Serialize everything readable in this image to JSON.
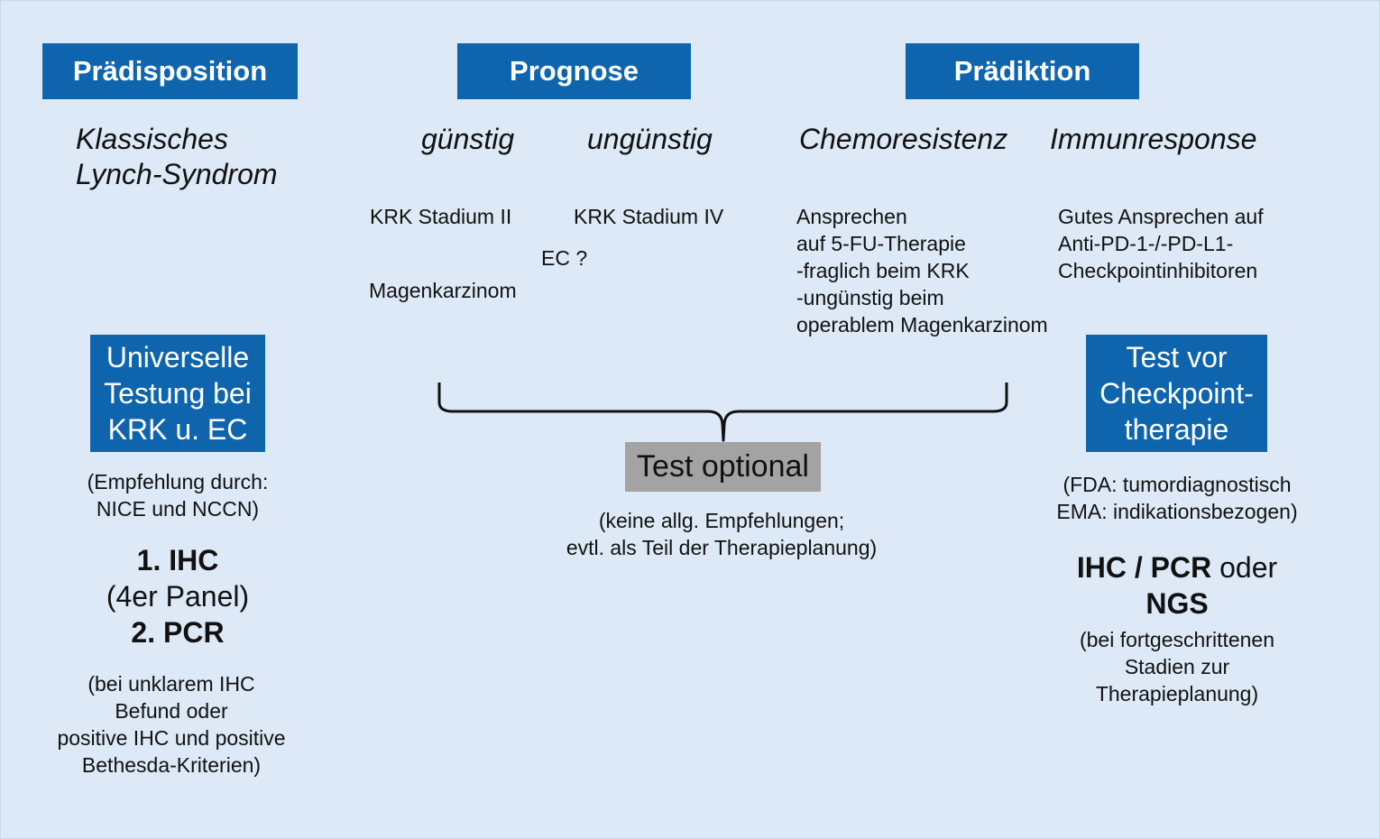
{
  "headers": {
    "praedisposition": "Prädisposition",
    "prognose": "Prognose",
    "praediktion": "Prädiktion"
  },
  "italics": {
    "klassisches_line1": "Klassisches",
    "klassisches_line2": "Lynch-Syndrom",
    "guenstig": "günstig",
    "unguenstig": "ungünstig",
    "chemoresistenz": "Chemoresistenz",
    "immunresponse": "Immunresponse"
  },
  "prognose_items": {
    "krk_ii": "KRK Stadium II",
    "krk_iv": "KRK Stadium IV",
    "ec": "EC ?",
    "magen": "Magenkarzinom"
  },
  "chemo_text": [
    "Ansprechen",
    "auf 5-FU-Therapie",
    "-fraglich beim KRK",
    "-ungünstig beim",
    "operablem Magenkarzinom"
  ],
  "immun_text": [
    "Gutes Ansprechen auf",
    "Anti-PD-1-/-PD-L1-",
    "Checkpointinhibitoren"
  ],
  "universal_box": [
    "Universelle",
    "Testung bei",
    "KRK u. EC"
  ],
  "empfehlung": [
    "(Empfehlung durch:",
    "NICE und NCCN)"
  ],
  "ihc_list": {
    "line1": "1. IHC",
    "line2": "(4er Panel)",
    "line3": "2. PCR"
  },
  "unklar_text": [
    "(bei unklarem IHC",
    "Befund oder",
    "positive IHC und positive",
    "Bethesda-Kriterien)"
  ],
  "test_optional": "Test optional",
  "keine_text": [
    "(keine allg. Empfehlungen;",
    "evtl. als Teil der Therapieplanung)"
  ],
  "checkpoint_box": [
    "Test vor",
    "Checkpoint-",
    "therapie"
  ],
  "fda_text": [
    "(FDA: tumordiagnostisch",
    "EMA: indikationsbezogen)"
  ],
  "ngs": {
    "bold1": "IHC / PCR",
    "normal": " oder",
    "bold2": "NGS"
  },
  "fortgeschritten_text": [
    "(bei fortgeschrittenen",
    "Stadien zur",
    "Therapieplanung)"
  ],
  "colors": {
    "background": "#dde9f6",
    "box_blue": "#0f65ad",
    "box_grey": "#a3a3a3"
  }
}
